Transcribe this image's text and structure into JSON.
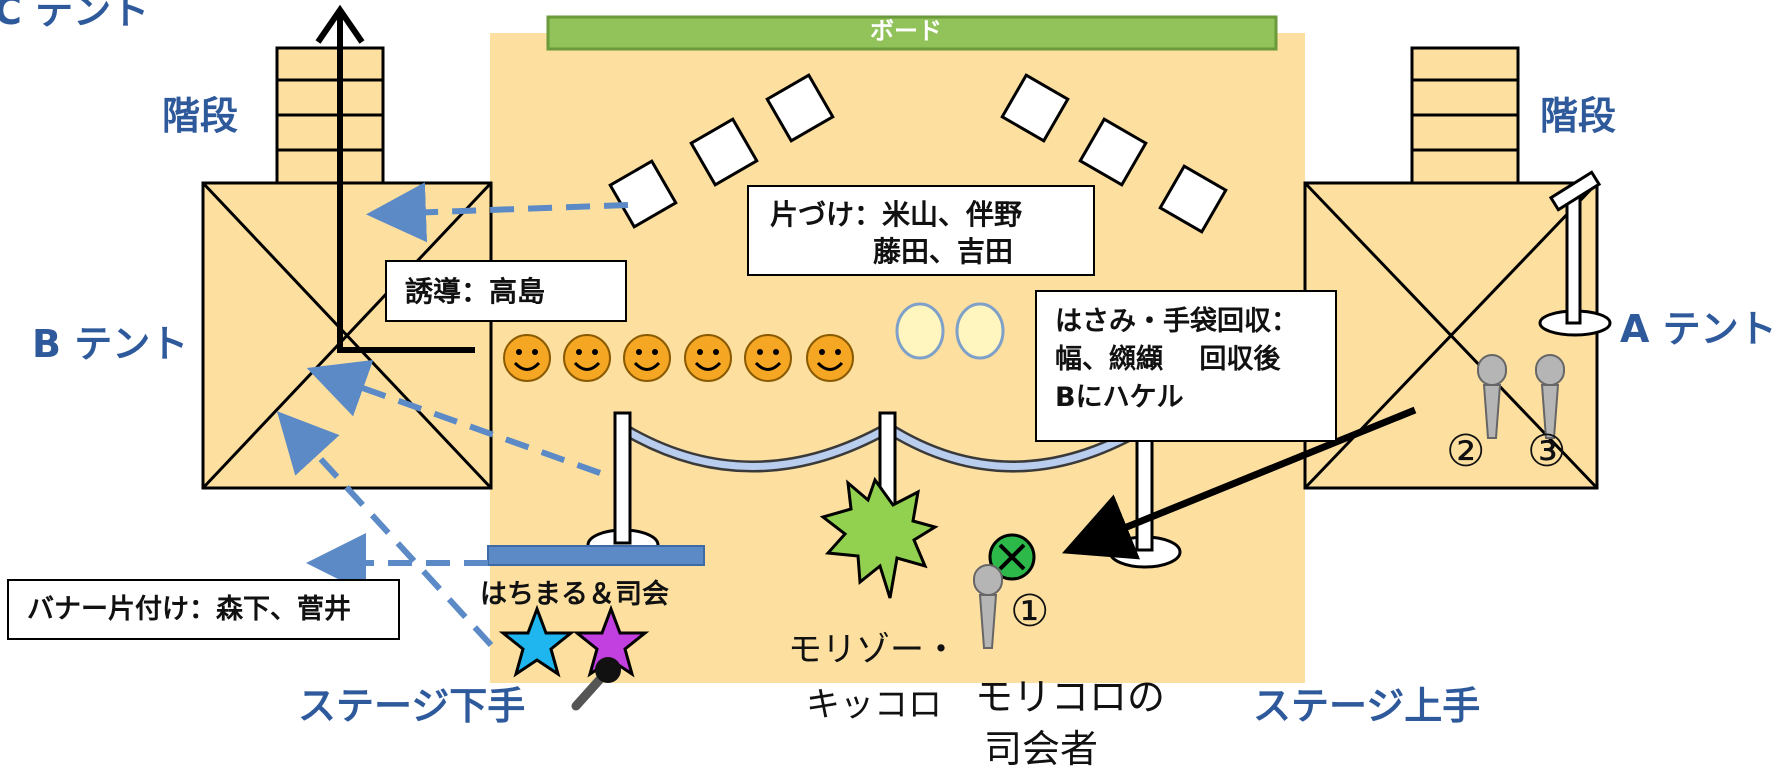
{
  "board_label": "ボード",
  "tents": {
    "a": "A テント",
    "b": "B テント",
    "c": "C テント"
  },
  "stairs": {
    "left": "階段",
    "right": "階段"
  },
  "stage": {
    "left": "ステージ下手",
    "right": "ステージ上手"
  },
  "roles": {
    "cleanup": {
      "line1": "片づけ：米山、伴野",
      "line2": "藤田、吉田"
    },
    "guide": "誘導：高島",
    "collect": {
      "line1": "はさみ・手袋回収：",
      "line2": "幅、纐纈　 回収後",
      "line3": "Bにハケル"
    },
    "banner": "バナー片付け：森下、菅井"
  },
  "performers": {
    "hachimaru": "はちまる＆司会",
    "morizo": {
      "line1": "モリゾー・",
      "line2": "キッコロ"
    },
    "mc": {
      "line1": "モリコロの",
      "line2": "司会者"
    }
  },
  "mics": {
    "one": "①",
    "two": "②",
    "three": "③"
  },
  "colors": {
    "floor": "#fde0a0",
    "board": "#92c25a",
    "arrow": "#5b8ac6",
    "title_blue": "#2e5a9c",
    "banner": "#5b8ac6"
  }
}
